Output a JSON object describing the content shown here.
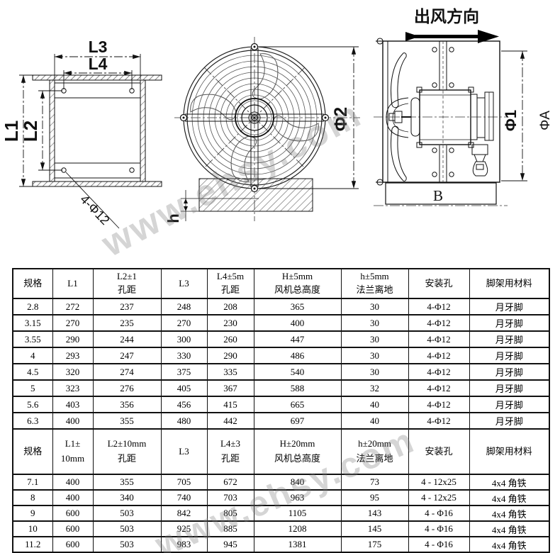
{
  "watermark": {
    "text": "www.ehsy.com"
  },
  "drawings": {
    "air_direction_label": "出风方向",
    "left_view": {
      "l1": "L1",
      "l2": "L2",
      "l3": "L3",
      "l4": "L4",
      "holes_note": "4-Φ12"
    },
    "front_view": {
      "phi2": "Φ2",
      "h": "h"
    },
    "side_view": {
      "phi1": "Φ1",
      "phiA": "ΦA",
      "b": "B"
    }
  },
  "table": {
    "sections": [
      {
        "headers": [
          "规格",
          "L1",
          "L2±1\n孔距",
          "L3",
          "L4±5m\n孔距",
          "H±5mm\n风机总高度",
          "h±5mm\n法兰离地",
          "安装孔",
          "脚架用材料"
        ],
        "rows": [
          [
            "2.8",
            "272",
            "237",
            "248",
            "208",
            "365",
            "30",
            "4-Φ12",
            "月牙脚"
          ],
          [
            "3.15",
            "270",
            "235",
            "270",
            "230",
            "400",
            "30",
            "4-Φ12",
            "月牙脚"
          ],
          [
            "3.55",
            "290",
            "244",
            "300",
            "260",
            "447",
            "30",
            "4-Φ12",
            "月牙脚"
          ],
          [
            "4",
            "293",
            "247",
            "330",
            "290",
            "486",
            "30",
            "4-Φ12",
            "月牙脚"
          ],
          [
            "4.5",
            "320",
            "274",
            "375",
            "335",
            "540",
            "30",
            "4-Φ12",
            "月牙脚"
          ],
          [
            "5",
            "323",
            "276",
            "405",
            "367",
            "588",
            "32",
            "4-Φ12",
            "月牙脚"
          ],
          [
            "5.6",
            "403",
            "356",
            "456",
            "415",
            "665",
            "40",
            "4-Φ12",
            "月牙脚"
          ],
          [
            "6.3",
            "400",
            "355",
            "480",
            "442",
            "697",
            "40",
            "4-Φ12",
            "月牙脚"
          ]
        ]
      },
      {
        "headers": [
          "规格",
          "L1±\n10mm",
          "L2±10mm\n孔距",
          "L3",
          "L4±3\n孔距",
          "H±20mm\n风机总高度",
          "h±20mm\n法兰离地",
          "安装孔",
          "脚架用材料"
        ],
        "rows": [
          [
            "7.1",
            "400",
            "355",
            "705",
            "672",
            "840",
            "73",
            "4 - 12x25",
            "4x4 角铁"
          ],
          [
            "8",
            "400",
            "340",
            "740",
            "703",
            "963",
            "95",
            "4 - 12x25",
            "4x4 角铁"
          ],
          [
            "9",
            "600",
            "503",
            "842",
            "805",
            "1105",
            "143",
            "4 - Φ16",
            "4x4 角铁"
          ],
          [
            "10",
            "600",
            "503",
            "925",
            "885",
            "1208",
            "145",
            "4 - Φ16",
            "4x4 角铁"
          ],
          [
            "11.2",
            "600",
            "503",
            "983",
            "945",
            "1381",
            "175",
            "4 - Φ16",
            "4x4 角铁"
          ]
        ]
      }
    ]
  }
}
